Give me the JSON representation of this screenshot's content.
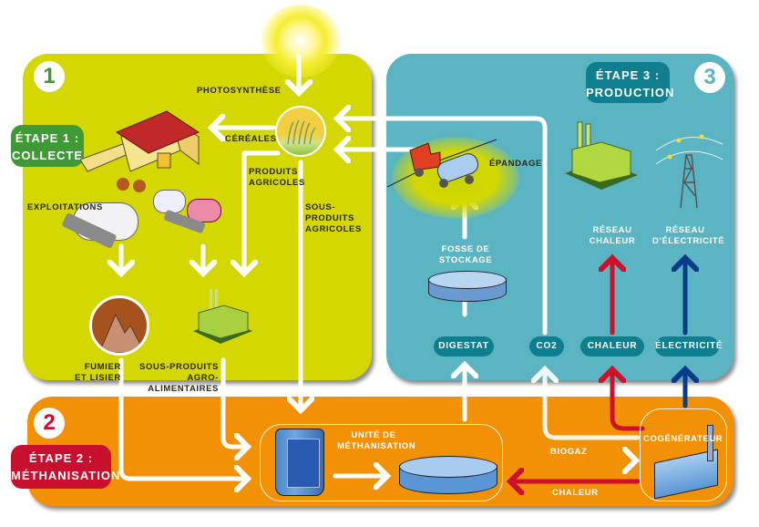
{
  "diagram": {
    "title": "Méthanisation agricole",
    "stages": [
      {
        "number": "1",
        "label_line1": "ÉTAPE 1 :",
        "label_line2": "COLLECTE",
        "color": "#d4d800",
        "badge_color": "#3f9a35",
        "number_color": "#3f9a35"
      },
      {
        "number": "2",
        "label_line1": "ÉTAPE 2 :",
        "label_line2": "MÉTHANISATION",
        "color": "#f29106",
        "badge_color": "#c8102e",
        "number_color": "#c8102e"
      },
      {
        "number": "3",
        "label_line1": "ÉTAPE 3 :",
        "label_line2": "PRODUCTION",
        "color": "#5bb4c2",
        "badge_color": "#0f7f8f",
        "number_color": "#5bb4c2"
      }
    ],
    "labels": {
      "photosynthese": "PHOTOSYNTHÈSE",
      "cereales": "CÉRÉALES",
      "produits_agricoles_1": "PRODUITS",
      "produits_agricoles_2": "AGRICOLES",
      "sous_produits_agricoles_1": "SOUS-",
      "sous_produits_agricoles_2": "PRODUITS",
      "sous_produits_agricoles_3": "AGRICOLES",
      "exploitations": "EXPLOITATIONS",
      "fumier_1": "FUMIER",
      "fumier_2": "ET LISIER",
      "agro_1": "SOUS-PRODUITS",
      "agro_2": "AGRO-ALIMENTAIRES",
      "epandage": "ÉPANDAGE",
      "fosse_1": "FOSSE DE",
      "fosse_2": "STOCKAGE",
      "reseau_chaleur_1": "RÉSEAU",
      "reseau_chaleur_2": "CHALEUR",
      "reseau_elec_1": "RÉSEAU",
      "reseau_elec_2": "D'ÉLECTRICITÉ",
      "unite_1": "UNITÉ DE",
      "unite_2": "MÉTHANISATION",
      "cogenerateur": "COGÉNÉRATEUR",
      "biogaz": "BIOGAZ",
      "chaleur_bottom": "CHALEUR"
    },
    "pills": {
      "digestat": "DIGESTAT",
      "co2": "CO2",
      "chaleur": "CHALEUR",
      "electricite": "ÉLECTRICITÉ"
    },
    "colors": {
      "heat_arrow": "#d0102a",
      "electricity_arrow": "#0a3c8c",
      "flow_arrow": "#ffffff"
    }
  }
}
